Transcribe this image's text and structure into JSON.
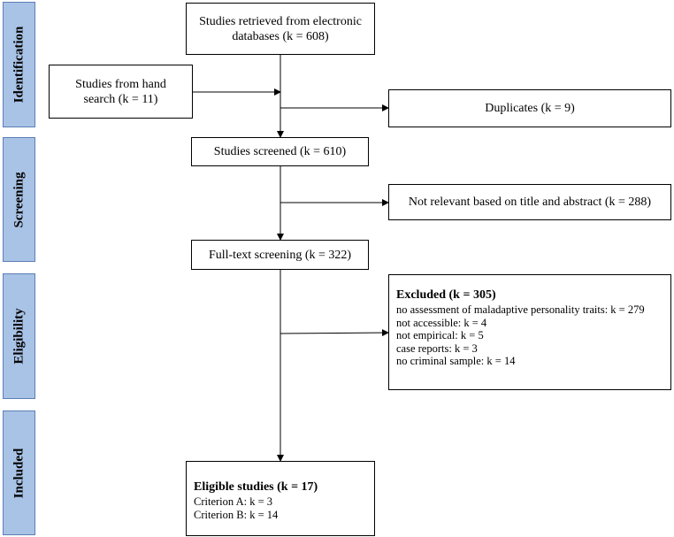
{
  "phases": {
    "identification": "Identification",
    "screening": "Screening",
    "eligibility": "Eligibility",
    "included": "Included"
  },
  "boxes": {
    "retrieved": "Studies retrieved from electronic databases (k = 608)",
    "hand_search": "Studies from hand search (k = 11)",
    "duplicates": "Duplicates (k = 9)",
    "screened": "Studies screened (k = 610)",
    "not_relevant": "Not relevant based on title and abstract (k = 288)",
    "full_text": "Full-text screening (k = 322)",
    "excluded": {
      "heading": "Excluded (k = 305)",
      "items": [
        "no assessment of maladaptive personality traits: k = 279",
        "not accessible: k = 4",
        "not empirical: k = 5",
        "case reports: k = 3",
        "no criminal sample: k = 14"
      ]
    },
    "eligible": {
      "heading": "Eligible studies (k = 17)",
      "items": [
        "Criterion A: k = 3",
        "Criterion B: k = 14"
      ]
    }
  }
}
